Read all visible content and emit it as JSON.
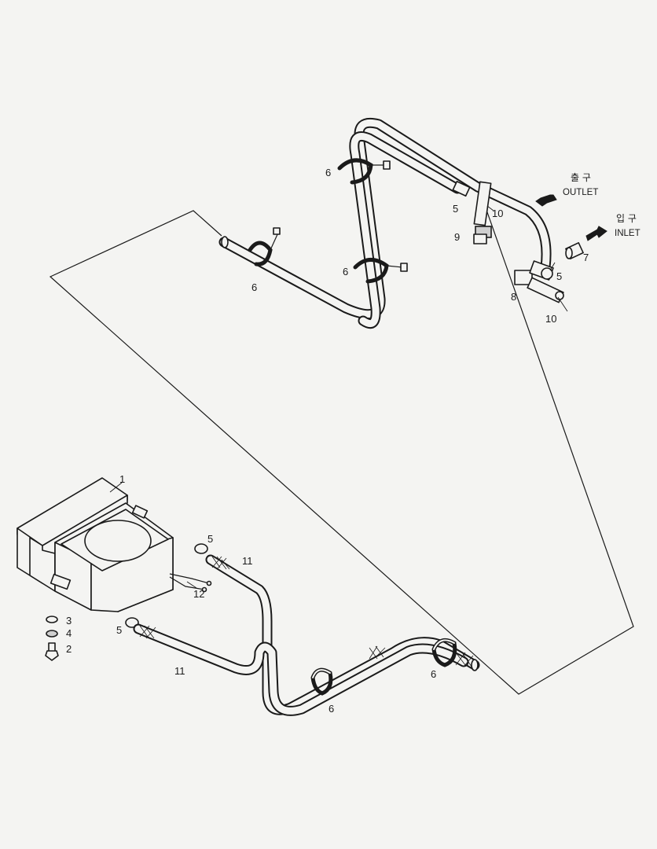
{
  "diagram": {
    "callouts": {
      "p1": "1",
      "p2": "2",
      "p3": "3",
      "p4": "4",
      "p5_top": "5",
      "p5_tee": "5",
      "p5_heater_upper": "5",
      "p5_heater_lower": "5",
      "p6_upper_left": "6",
      "p6_upper_mid_top": "6",
      "p6_upper_mid_bottom": "6",
      "p6_lower_mid": "6",
      "p6_lower_right": "6",
      "p7": "7",
      "p8": "8",
      "p9": "9",
      "p10_top": "10",
      "p10_bottom": "10",
      "p11_upper": "11",
      "p11_lower": "11",
      "p12": "12"
    },
    "outlet": {
      "korean": "출 구",
      "english": "OUTLET"
    },
    "inlet": {
      "korean": "입 구",
      "english": "INLET"
    }
  }
}
